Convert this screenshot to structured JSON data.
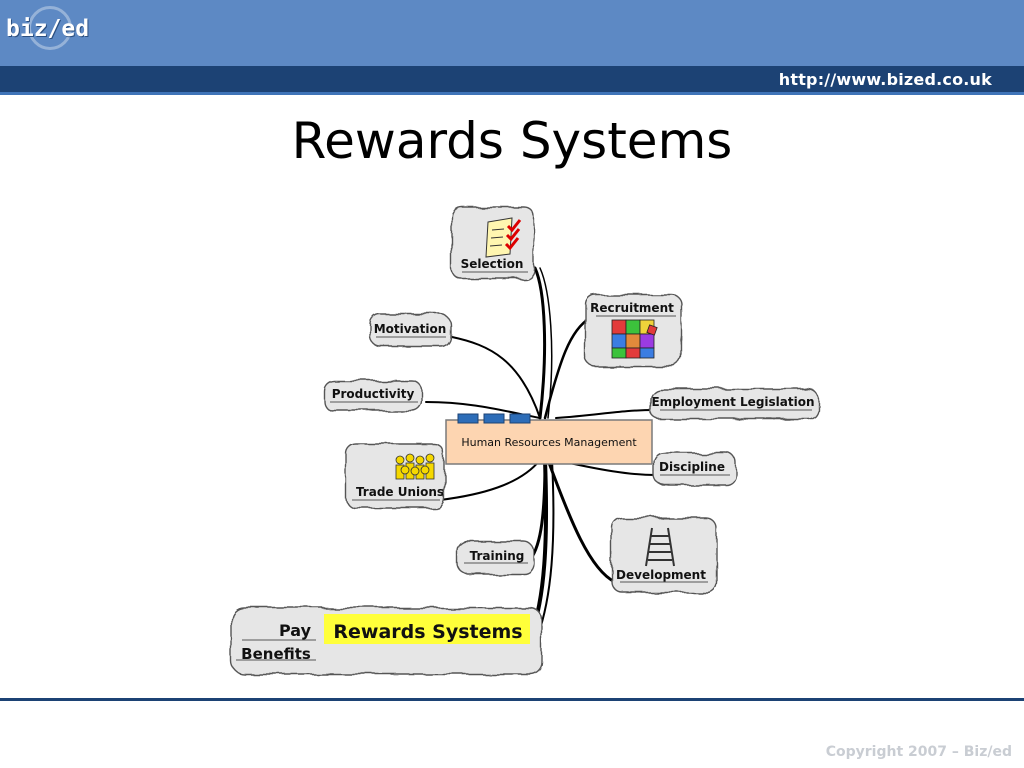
{
  "header": {
    "logo": "biz/ed",
    "url": "http://www.bized.co.uk"
  },
  "slide": {
    "title": "Rewards Systems"
  },
  "mindmap": {
    "central": "Human Resources Management",
    "nodes": {
      "selection": "Selection",
      "recruitment": "Recruitment",
      "motivation": "Motivation",
      "productivity": "Productivity",
      "employment_legislation": "Employment Legislation",
      "discipline": "Discipline",
      "trade_unions": "Trade Unions",
      "training": "Training",
      "development": "Development",
      "rewards_systems": "Rewards Systems",
      "pay": "Pay",
      "benefits": "Benefits"
    },
    "colors": {
      "central_fill": "#fdd5b1",
      "highlight": "#ffff3a",
      "cloud_fill": "#e6e6e6",
      "connector": "#000000"
    },
    "icons": {
      "selection": "checklist-icon",
      "recruitment": "jigsaw-puzzle-icon",
      "trade_unions": "crowd-icon",
      "development": "ladder-icon"
    }
  },
  "footer": {
    "copyright": "Copyright 2007 – Biz/ed"
  }
}
